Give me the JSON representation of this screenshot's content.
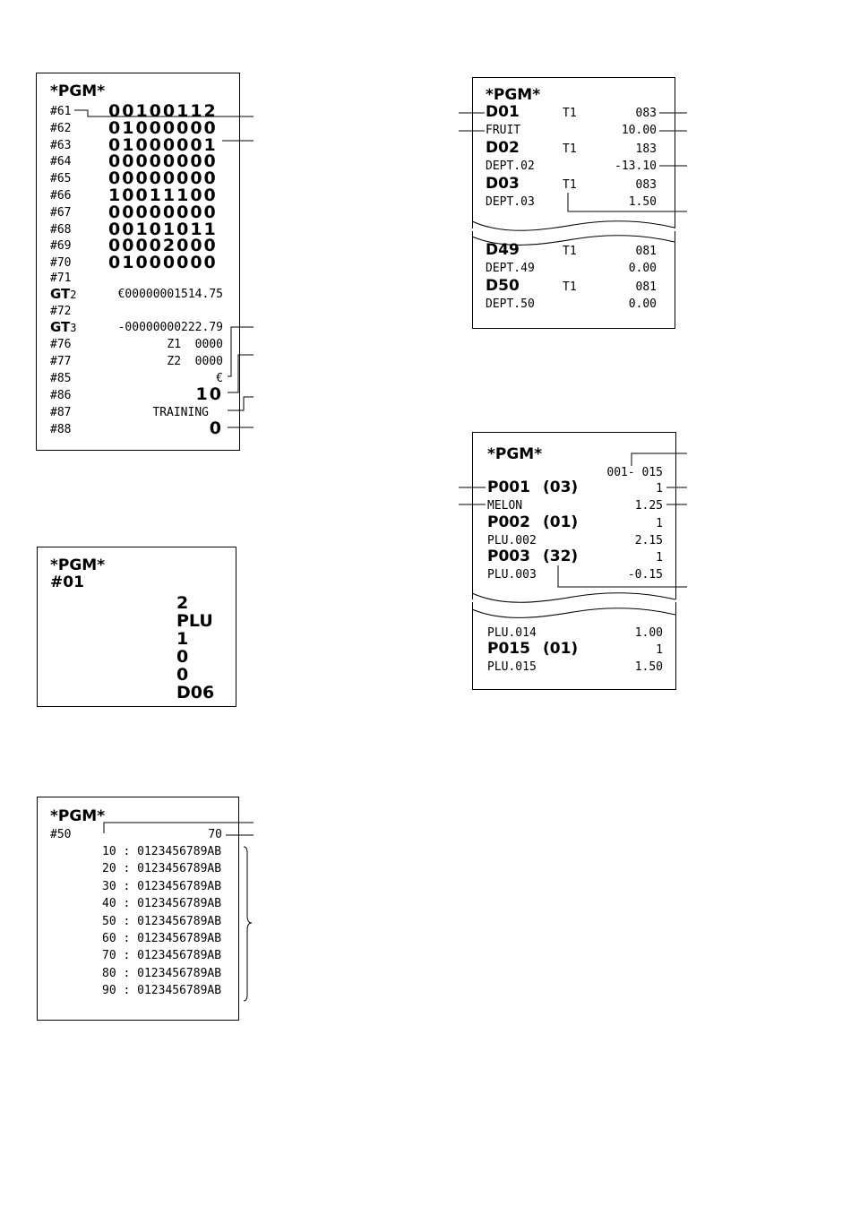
{
  "receipt_a": {
    "title": "*PGM*",
    "rows": [
      {
        "code": "#61",
        "value": "00100112"
      },
      {
        "code": "#62",
        "value": "01000000"
      },
      {
        "code": "#63",
        "value": "01000001"
      },
      {
        "code": "#64",
        "value": "00000000"
      },
      {
        "code": "#65",
        "value": "00000000"
      },
      {
        "code": "#66",
        "value": "10011100"
      },
      {
        "code": "#67",
        "value": "00000000"
      },
      {
        "code": "#68",
        "value": "00101011"
      },
      {
        "code": "#69",
        "value": "00002000"
      },
      {
        "code": "#70",
        "value": "01000000"
      }
    ],
    "c71": "#71",
    "gt2_label": "GT",
    "gt2_index": "2",
    "gt2_value": "€00000001514.75",
    "c72": "#72",
    "gt3_label": "GT",
    "gt3_index": "3",
    "gt3_value": "-00000000222.79",
    "c76": "#76",
    "v76": "Z1  0000",
    "c77": "#77",
    "v77": "Z2  0000",
    "c85": "#85",
    "v85": "€",
    "c86": "#86",
    "v86": "10",
    "c87": "#87",
    "v87": "TRAINING",
    "c88": "#88",
    "v88": "0"
  },
  "receipt_b": {
    "title": "*PGM*",
    "code": "#01",
    "lines": [
      "2",
      "PLU",
      "1",
      "0",
      "0",
      "D06"
    ]
  },
  "receipt_c": {
    "title": "*PGM*",
    "code": "#50",
    "value": "70",
    "rows": [
      "10 : 0123456789AB",
      "20 : 0123456789AB",
      "30 : 0123456789AB",
      "40 : 0123456789AB",
      "50 : 0123456789AB",
      "60 : 0123456789AB",
      "70 : 0123456789AB",
      "80 : 0123456789AB",
      "90 : 0123456789AB"
    ]
  },
  "receipt_d": {
    "title": "*PGM*",
    "top": [
      {
        "code": "D01",
        "name": "FRUIT",
        "tax": "T1",
        "group": "083",
        "price": "10.00"
      },
      {
        "code": "D02",
        "name": "DEPT.02",
        "tax": "T1",
        "group": "183",
        "price": "-13.10"
      },
      {
        "code": "D03",
        "name": "DEPT.03",
        "tax": "T1",
        "group": "083",
        "price": "1.50"
      }
    ],
    "bottom": [
      {
        "code": "D49",
        "name": "DEPT.49",
        "tax": "T1",
        "group": "081",
        "price": "0.00"
      },
      {
        "code": "D50",
        "name": "DEPT.50",
        "tax": "T1",
        "group": "081",
        "price": "0.00"
      }
    ]
  },
  "receipt_e": {
    "title": "*PGM*",
    "range": "001- 015",
    "top": [
      {
        "code": "P001",
        "dept": "(03)",
        "qty": "1",
        "name": "MELON",
        "price": "1.25"
      },
      {
        "code": "P002",
        "dept": "(01)",
        "qty": "1",
        "name": "PLU.002",
        "price": "2.15"
      },
      {
        "code": "P003",
        "dept": "(32)",
        "qty": "1",
        "name": "PLU.003",
        "price": "-0.15"
      }
    ],
    "bottom_first": {
      "name": "PLU.014",
      "price": "1.00"
    },
    "bottom": [
      {
        "code": "P015",
        "dept": "(01)",
        "qty": "1",
        "name": "PLU.015",
        "price": "1.50"
      }
    ]
  }
}
